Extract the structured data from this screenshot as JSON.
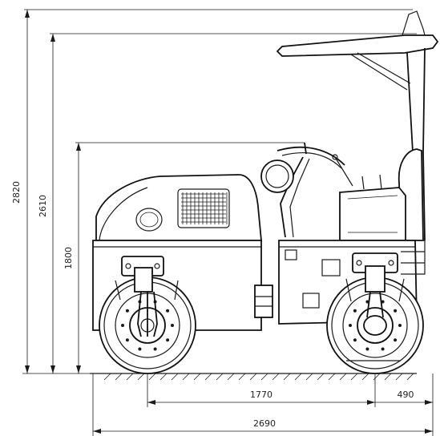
{
  "drawing": {
    "subject": "",
    "dimensions": {
      "total_height": "2820",
      "roof_height": "2610",
      "hood_height": "1800",
      "wheelbase": "1770",
      "rear_overhang": "490",
      "total_length": "2690"
    }
  },
  "colors": {
    "line": "#1a1a1a",
    "background": "#ffffff"
  }
}
